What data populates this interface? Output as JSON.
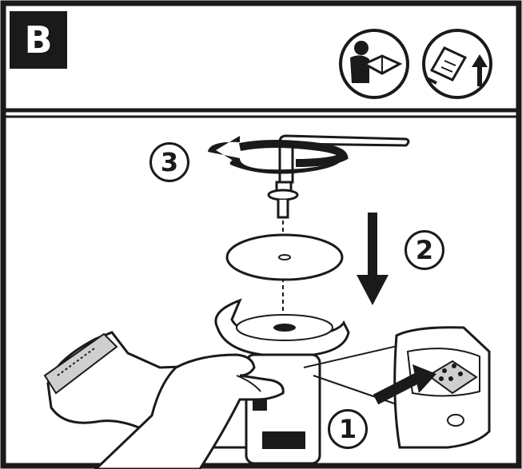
{
  "panel": {
    "letter": "B"
  },
  "steps": {
    "first": "1",
    "second": "2",
    "third": "3"
  },
  "icons": {
    "manual": "read-manual-icon",
    "battery": "remove-battery-icon"
  },
  "colors": {
    "ink": "#1a1a1a",
    "paper": "#ffffff",
    "shade": "#cfcfcf"
  }
}
